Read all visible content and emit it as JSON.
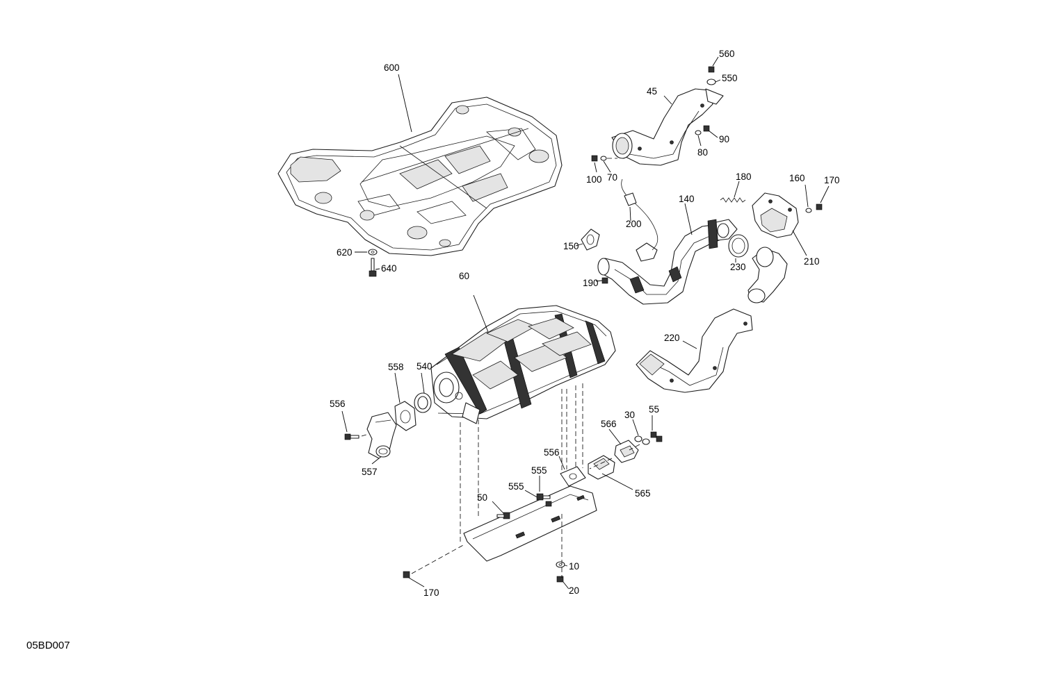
{
  "diagram": {
    "code": "05BD007",
    "callouts": [
      "600",
      "620",
      "640",
      "60",
      "540",
      "558",
      "557",
      "556",
      "555",
      "556",
      "555",
      "50",
      "565",
      "566",
      "30",
      "55",
      "10",
      "20",
      "45",
      "560",
      "550",
      "90",
      "80",
      "100",
      "70",
      "180",
      "160",
      "170",
      "210",
      "140",
      "200",
      "150",
      "190",
      "230",
      "220",
      "170"
    ]
  }
}
